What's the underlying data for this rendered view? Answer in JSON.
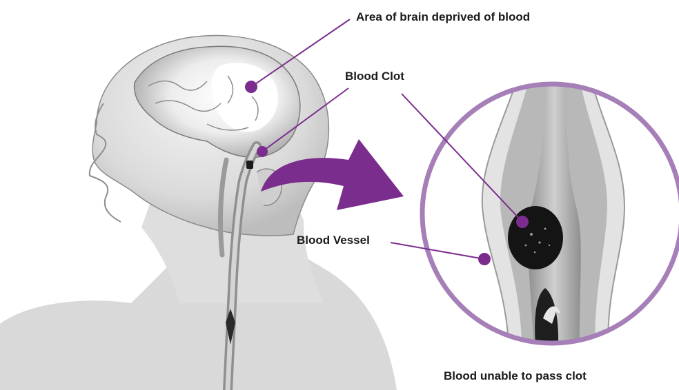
{
  "labels": {
    "brain_area": "Area of brain deprived of blood",
    "clot": "Blood Clot",
    "vessel": "Blood Vessel",
    "caption": "Blood unable to pass clot"
  },
  "colors": {
    "accent": "#7b2d8e",
    "magnifier_ring": "#a67fb8",
    "clot": "#141414",
    "skin": "#e3e3e3",
    "vessel_wall": "#bdbdbd"
  }
}
